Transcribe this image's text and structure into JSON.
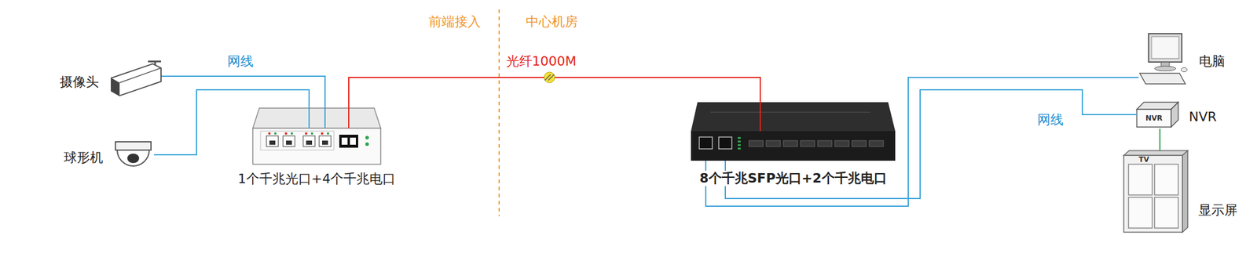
{
  "diagram": {
    "nodes": [
      {
        "text": [
          "摄像头"
        ]
      },
      {
        "text": [
          "球形机"
        ]
      },
      {
        "text": [
          "1个千兆光口+4个千兆电口"
        ]
      },
      {
        "text": [
          "8个千兆SFP光口+2个千兆电口"
        ]
      },
      {
        "text": [
          "电脑"
        ]
      },
      {
        "text": [
          "NVR"
        ]
      },
      {
        "text": [
          "显示屏"
        ]
      }
    ],
    "edges": [
      {
        "from": 0,
        "to": 2,
        "arrow": "none"
      },
      {
        "from": 1,
        "to": 2,
        "arrow": "none"
      },
      {
        "from": 2,
        "to": 3,
        "label": "光纤1000M",
        "arrow": "none"
      },
      {
        "from": 3,
        "to": 4,
        "arrow": "none"
      },
      {
        "from": 3,
        "to": 5,
        "arrow": "none"
      },
      {
        "from": 5,
        "to": 6,
        "arrow": "none"
      }
    ],
    "labels": [
      "网线",
      "网线",
      "前端接入",
      "中心机房",
      "NVR",
      "TV"
    ]
  }
}
